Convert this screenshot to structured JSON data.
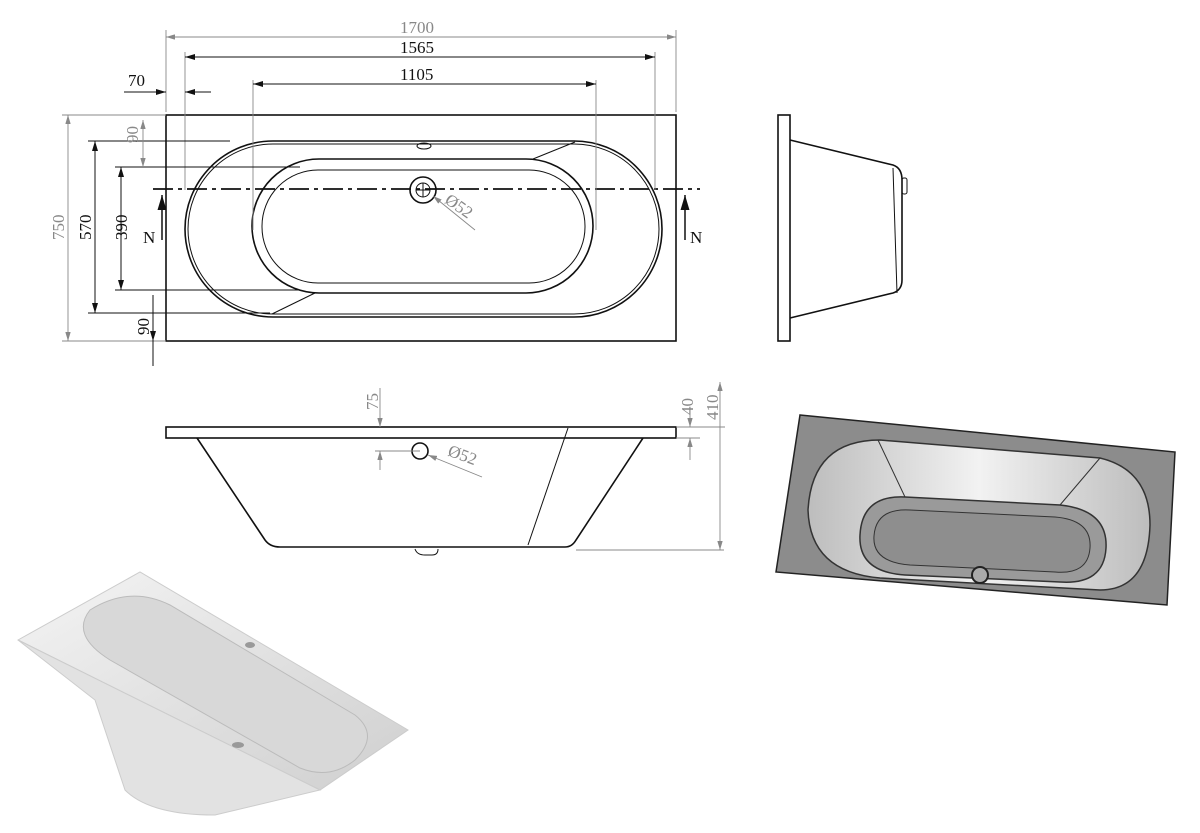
{
  "title": "Bathtub technical drawing",
  "top_view": {
    "dims": {
      "overall_length": "1700",
      "inner_length": "1565",
      "bottom_length": "1105",
      "rim_offset": "70",
      "overall_width": "750",
      "inner_width": "570",
      "bottom_width": "390",
      "rim_top": "90",
      "rim_bottom": "90",
      "drain_diameter": "Ø52"
    },
    "section_marks": [
      "N",
      "N"
    ]
  },
  "front_view": {
    "dims": {
      "overflow_height": "75",
      "overflow_diameter": "Ø52",
      "rim_thickness": "40",
      "overall_height": "410"
    }
  },
  "colors": {
    "line": "#111111",
    "dim_gray": "#888888",
    "render_gray": "#8c8c8c"
  }
}
